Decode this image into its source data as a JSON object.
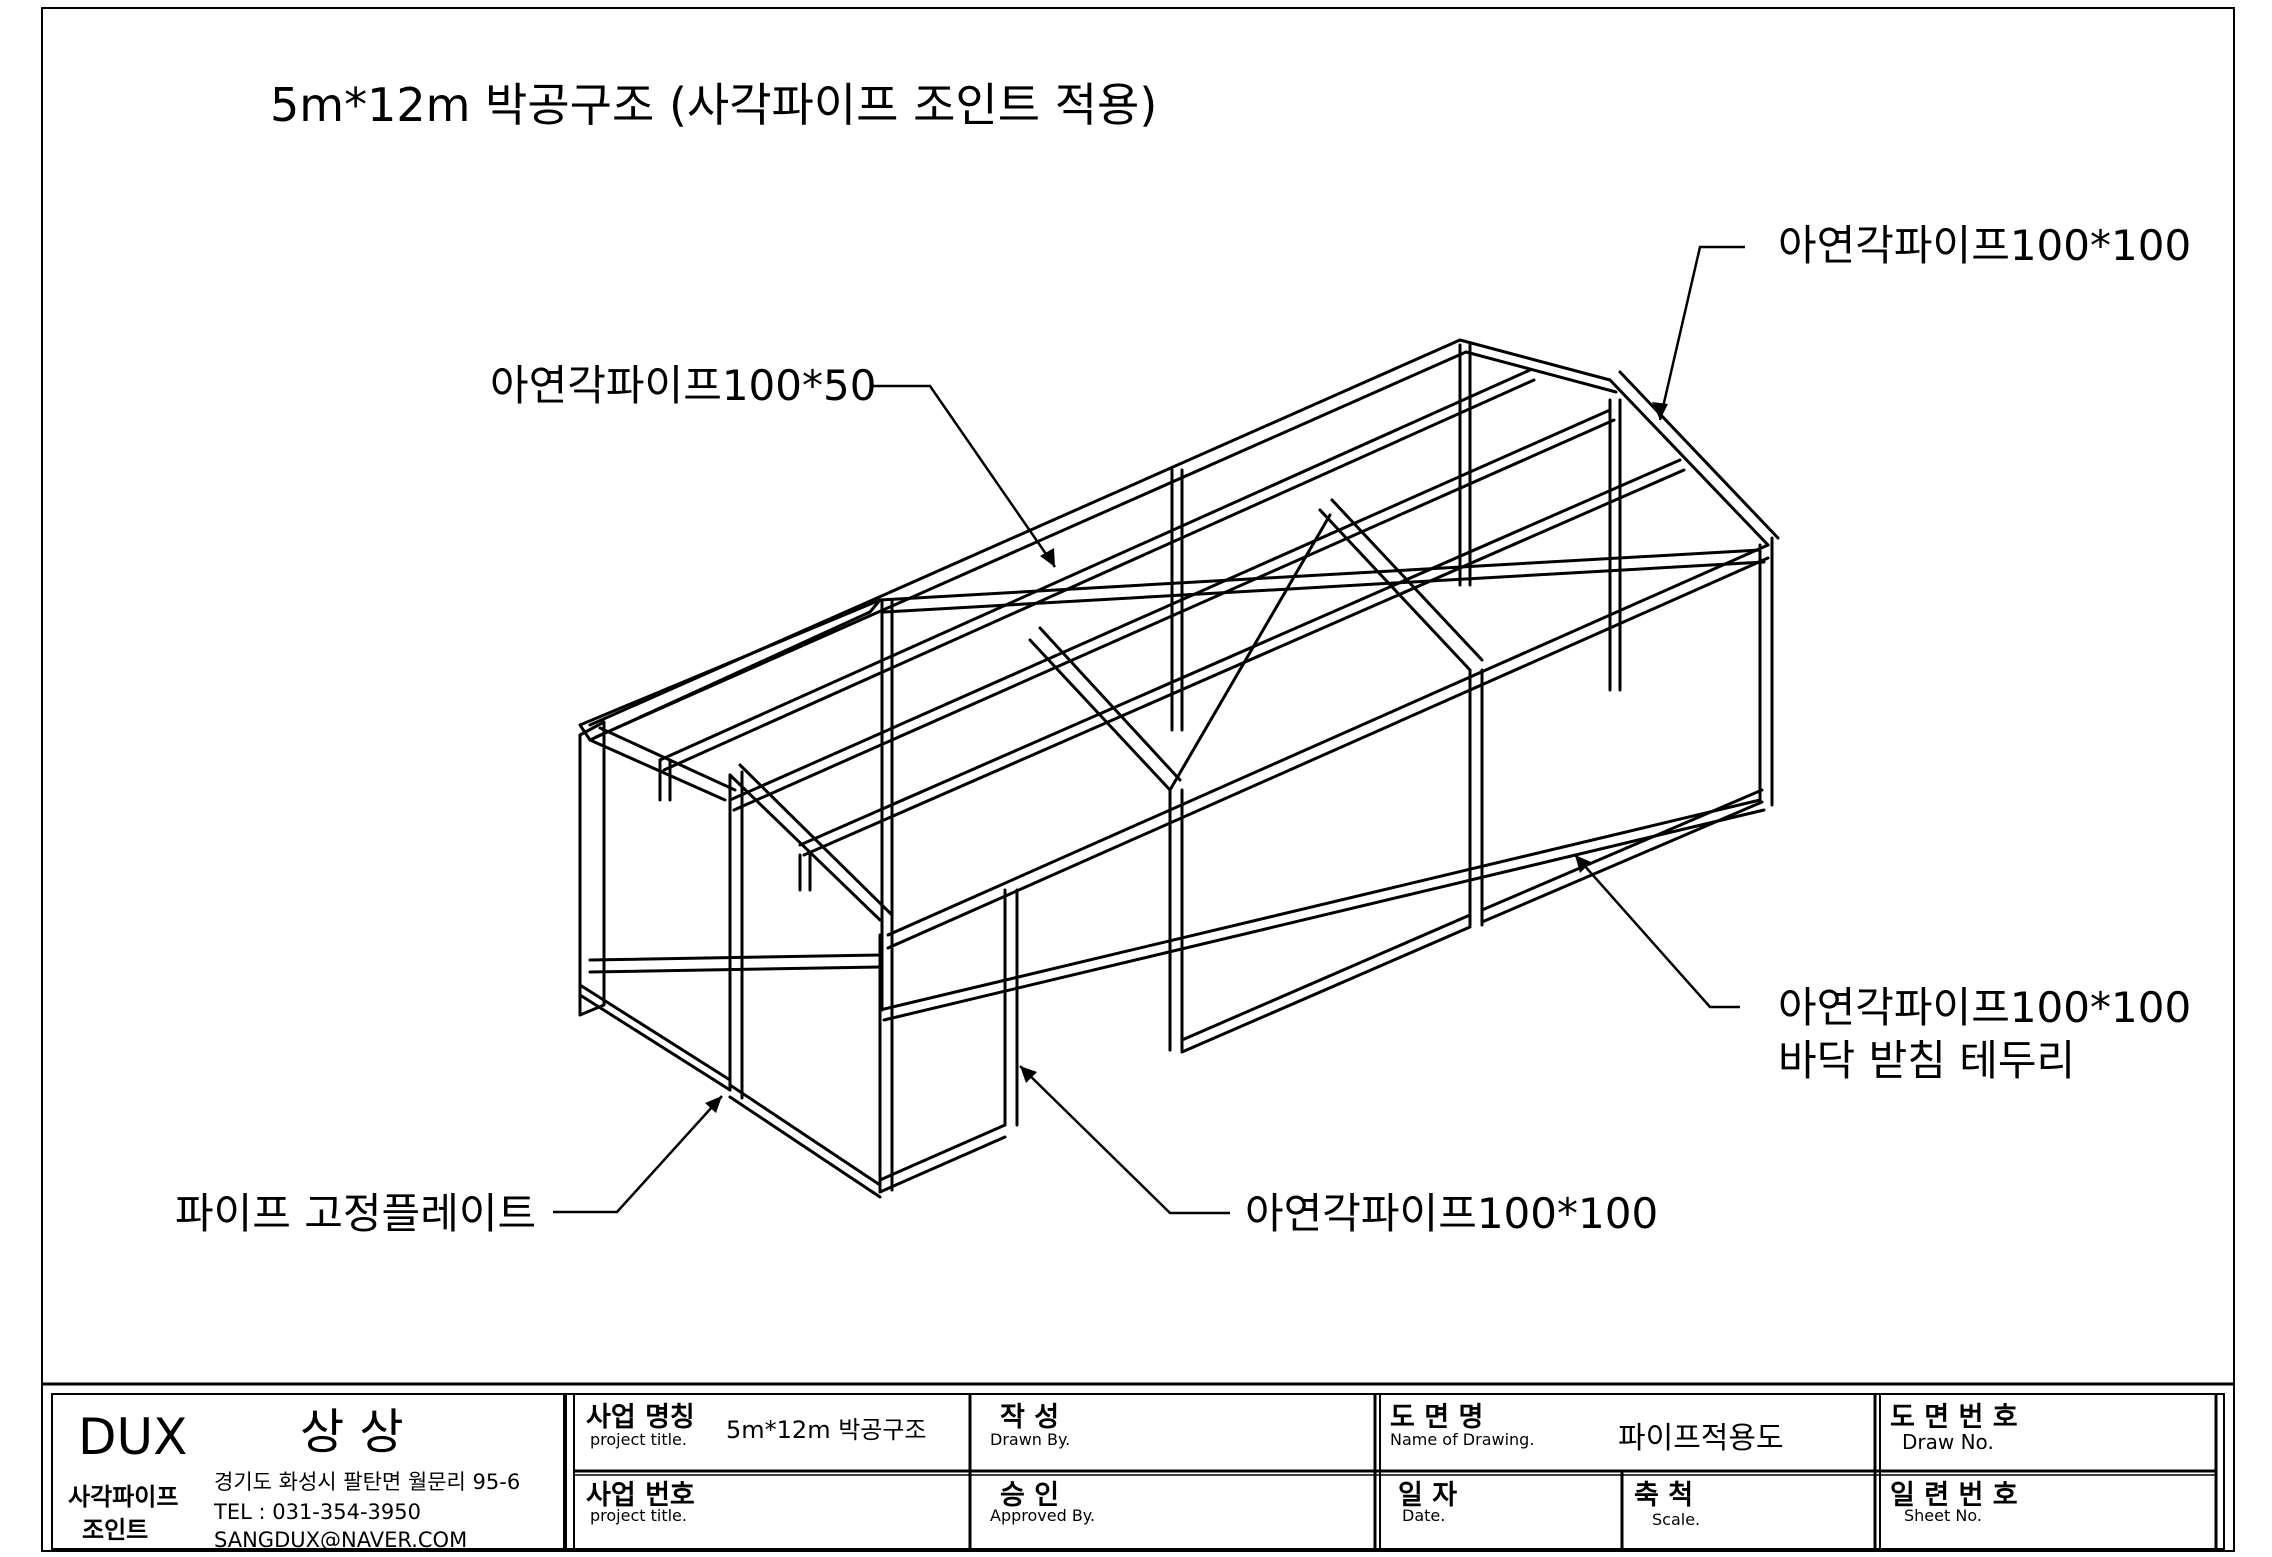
{
  "drawing_title": "5m*12m 박공구조 (사각파이프 조인트 적용)",
  "callouts": {
    "top_right": "아연각파이프100*100",
    "top_left": "아연각파이프100*50",
    "right_line1": "아연각파이프100*100",
    "right_line2": "바닥 받침 테두리",
    "bottom_left": "파이프 고정플레이트",
    "bottom_center": "아연각파이프100*100"
  },
  "title_block": {
    "company": {
      "brand": "DUX",
      "name": "상 상",
      "product_line1": "사각파이프",
      "product_line2": "조인트",
      "address": "경기도 화성시 팔탄면 월문리 95-6",
      "tel": "TEL : 031-354-3950",
      "email": "SANGDUX@NAVER.COM"
    },
    "project_name": {
      "label": "사업 명칭",
      "sub": "project title.",
      "value": "5m*12m 박공구조"
    },
    "project_number": {
      "label": "사업 번호",
      "sub": "project title.",
      "value": ""
    },
    "drawn_by": {
      "label": "작   성",
      "sub": "Drawn By.",
      "value": ""
    },
    "approved_by": {
      "label": "승   인",
      "sub": "Approved By.",
      "value": ""
    },
    "drawing_name": {
      "label": "도  면  명",
      "sub": "Name of Drawing.",
      "value": "파이프적용도"
    },
    "date": {
      "label": "일  자",
      "sub": "Date.",
      "value": ""
    },
    "scale": {
      "label": "축  척",
      "sub": "Scale.",
      "value": ""
    },
    "drawing_number": {
      "label": "도 면 번 호",
      "sub": "Draw No.",
      "value": ""
    },
    "sheet_number": {
      "label": "일 련 번 호",
      "sub": "Sheet No.",
      "value": ""
    }
  }
}
